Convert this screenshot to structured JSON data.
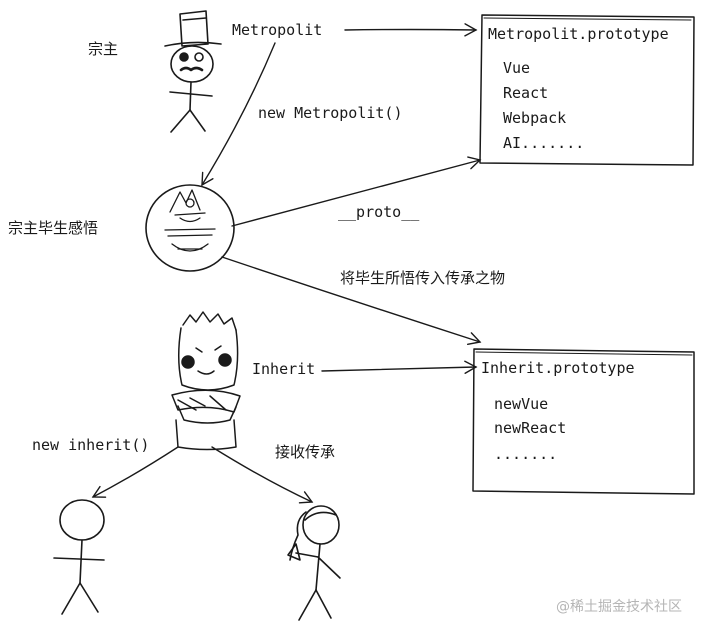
{
  "labels": {
    "zongzhu": "宗主",
    "ganwu": "宗主毕生感悟",
    "chuanru": "将毕生所悟传入传承之物",
    "jieshou": "接收传承",
    "watermark": "@稀土掘金技术社区"
  },
  "arrows": {
    "metropolit": "Metropolit",
    "new_metropolit": "new Metropolit()",
    "proto": "__proto__",
    "inherit": "Inherit",
    "new_inherit": "new inherit()"
  },
  "metropolit_box": {
    "title": "Metropolit.prototype",
    "items": [
      "Vue",
      "React",
      "Webpack",
      "AI......."
    ]
  },
  "inherit_box": {
    "title": "Inherit.prototype",
    "items": [
      "newVue",
      "newReact",
      "......."
    ]
  }
}
